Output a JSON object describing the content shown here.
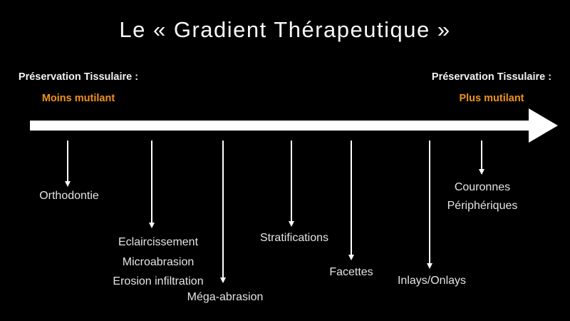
{
  "title": "Le « Gradient Thérapeutique »",
  "axis": {
    "left": {
      "line1": "Préservation Tissulaire :",
      "line2": "Moins mutilant"
    },
    "right": {
      "line1": "Préservation Tissulaire :",
      "line2": "Plus mutilant"
    }
  },
  "colors": {
    "background": "#000000",
    "accent_orange": "#F0921E",
    "arrow_white": "#FFFFFF",
    "label_white": "#E4E4E4"
  },
  "treatments": [
    {
      "label": "Orthodontie"
    },
    {
      "labels": [
        "Eclaircissement",
        "Microabrasion",
        "Erosion infiltration"
      ]
    },
    {
      "label": "Méga-abrasion"
    },
    {
      "label": "Stratifications"
    },
    {
      "label": "Facettes"
    },
    {
      "label": "Inlays/Onlays"
    },
    {
      "labels": [
        "Couronnes",
        "Périphériques"
      ]
    }
  ]
}
